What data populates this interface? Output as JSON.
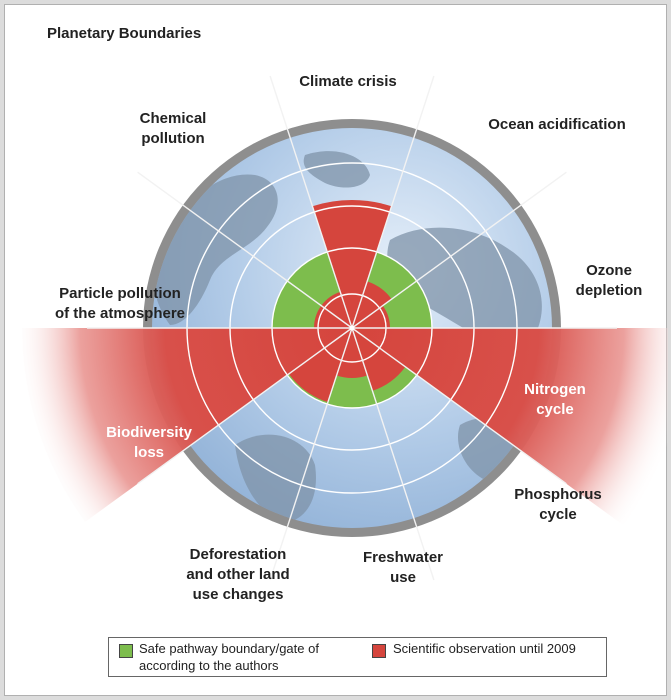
{
  "title": "Planetary Boundaries",
  "colors": {
    "safe": "#7dbd4d",
    "observed": "#d5453d",
    "globe_rim": "#8e8e8e",
    "globe_fill": "#a9c6e6",
    "land": "#7f93a8"
  },
  "sectors": [
    {
      "label": "Climate crisis"
    },
    {
      "label": "Ocean acidification"
    },
    {
      "label": "Ozone\ndepletion"
    },
    {
      "label": "Nitrogen\ncycle"
    },
    {
      "label": "Phosphorus\ncycle"
    },
    {
      "label": "Freshwater\nuse"
    },
    {
      "label": "Deforestation\nand other land\nuse changes"
    },
    {
      "label": "Biodiversity\nloss"
    },
    {
      "label": "Particle pollution\nof the atmosphere"
    },
    {
      "label": "Chemical\npollution"
    }
  ],
  "legend": {
    "safe_label": "Safe pathway boundary/gate of\naccording to the authors",
    "observed_label": "Scientific observation until 2009"
  }
}
